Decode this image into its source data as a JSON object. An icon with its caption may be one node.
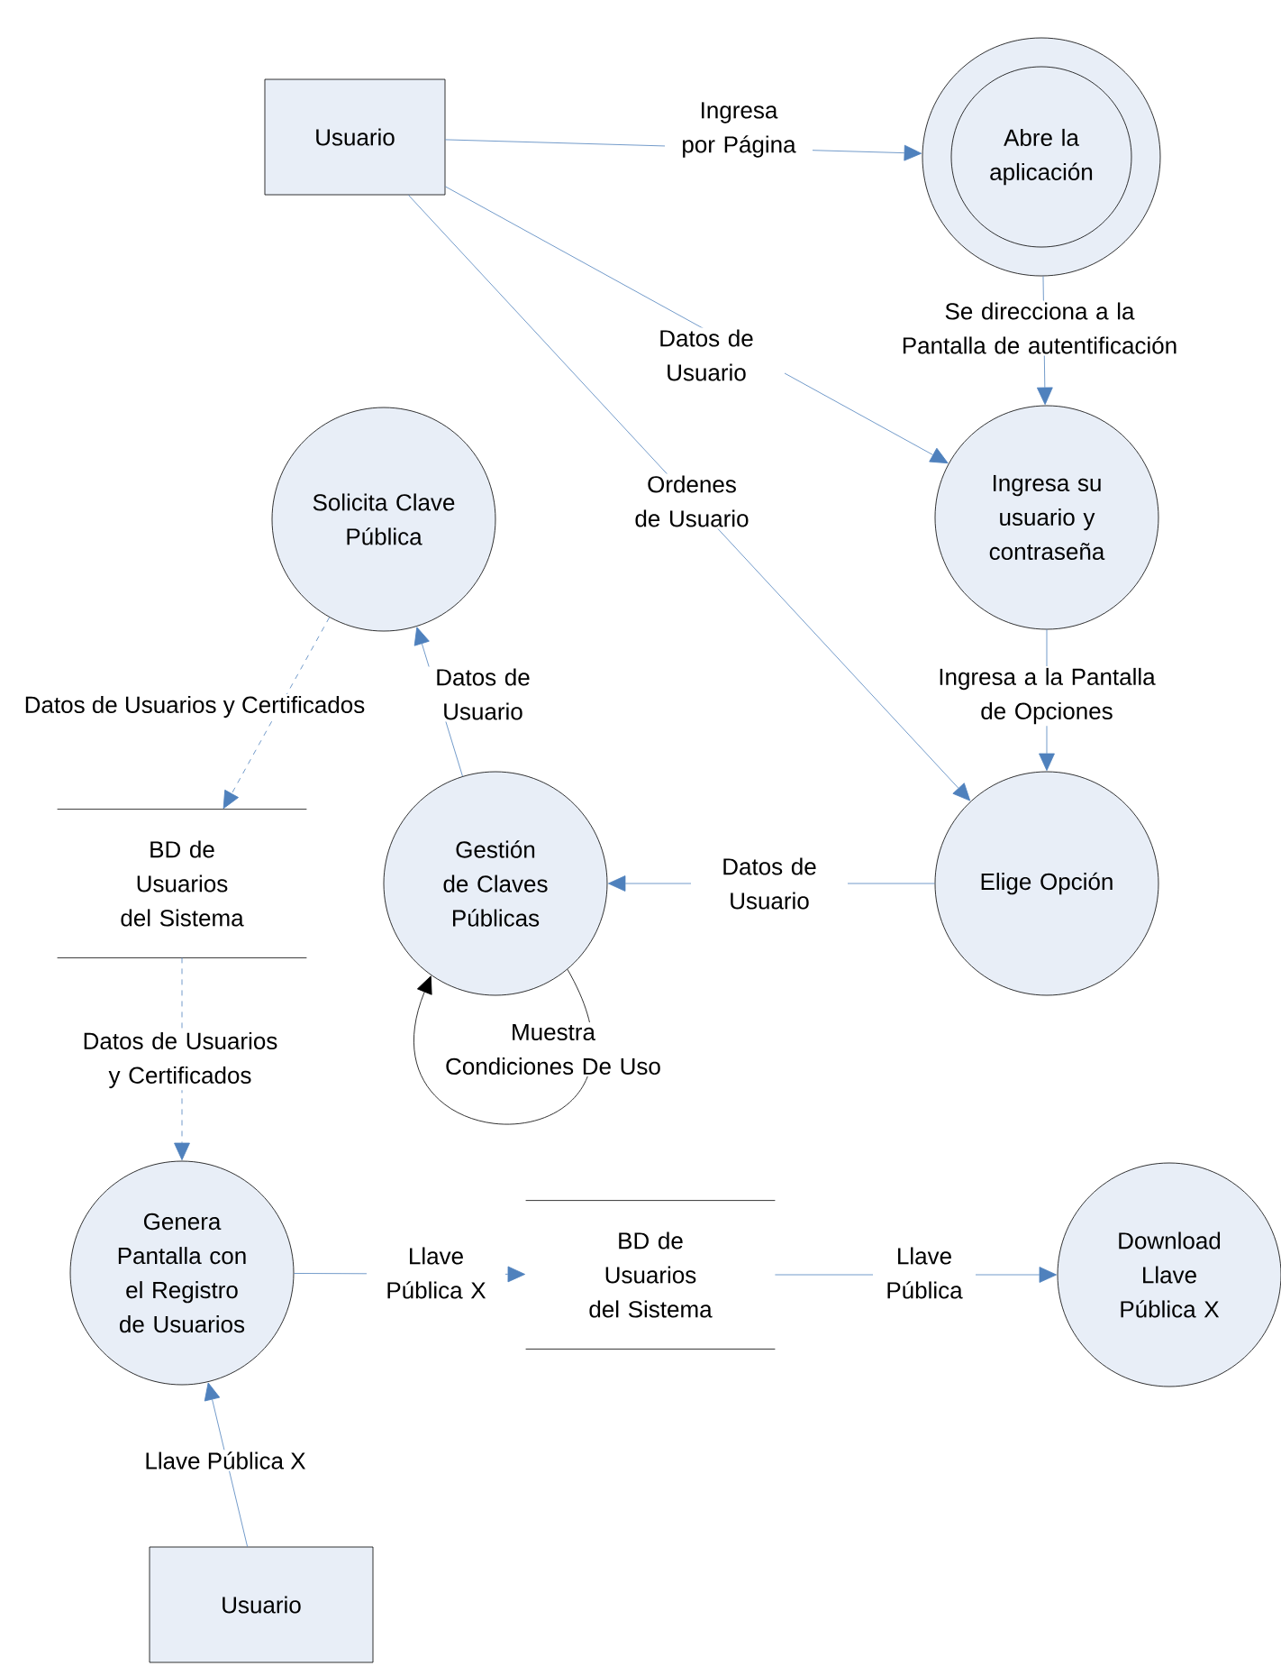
{
  "diagram": {
    "nodes": [
      {
        "text": [
          "Usuario"
        ]
      },
      {
        "text": [
          "Abre la aplicación"
        ]
      },
      {
        "text": [
          "Ingresa su usuario y contraseña"
        ]
      },
      {
        "text": [
          "Solicita Clave Pública"
        ]
      },
      {
        "text": [
          "Gestión de Claves Públicas"
        ]
      },
      {
        "text": [
          "Elige Opción"
        ]
      },
      {
        "text": [
          "BD de Usuarios del Sistema"
        ]
      },
      {
        "text": [
          "Genera Pantalla con el Registro de Usuarios"
        ]
      },
      {
        "text": [
          "BD de Usuarios del Sistema"
        ]
      },
      {
        "text": [
          "Download Llave Pública X"
        ]
      },
      {
        "text": [
          "Usuario"
        ]
      }
    ],
    "edges": [
      {
        "from": 0,
        "to": 1,
        "arrow": "to",
        "label": "Ingresa por Página"
      },
      {
        "from": 1,
        "to": 2,
        "arrow": "to",
        "label": "Se direcciona a la Pantalla de autentificación"
      },
      {
        "from": 0,
        "to": 2,
        "arrow": "to",
        "label": "Datos de Usuario"
      },
      {
        "from": 0,
        "to": 5,
        "arrow": "to",
        "label": "Ordenes de Usuario"
      },
      {
        "from": 2,
        "to": 5,
        "arrow": "to",
        "label": "Ingresa a la Pantalla de Opciones"
      },
      {
        "from": 5,
        "to": 4,
        "arrow": "to",
        "label": "Datos de Usuario"
      },
      {
        "from": 4,
        "to": 3,
        "arrow": "to",
        "label": "Datos de Usuario"
      },
      {
        "from": 3,
        "to": 6,
        "arrow": "to",
        "label": "Datos de Usuarios y Certificados",
        "style": "dashed"
      },
      {
        "from": 4,
        "to": 4,
        "arrow": "to",
        "label": "Muestra Condiciones De Uso",
        "color": "#000000"
      },
      {
        "from": 6,
        "to": 7,
        "arrow": "to",
        "label": "Datos de Usuarios y Certificados",
        "style": "dashed"
      },
      {
        "from": 7,
        "to": 8,
        "arrow": "to",
        "label": "Llave Pública X"
      },
      {
        "from": 8,
        "to": 9,
        "arrow": "to",
        "label": "Llave Pública"
      },
      {
        "from": 10,
        "to": 7,
        "arrow": "to",
        "label": "Llave Pública X"
      }
    ]
  }
}
